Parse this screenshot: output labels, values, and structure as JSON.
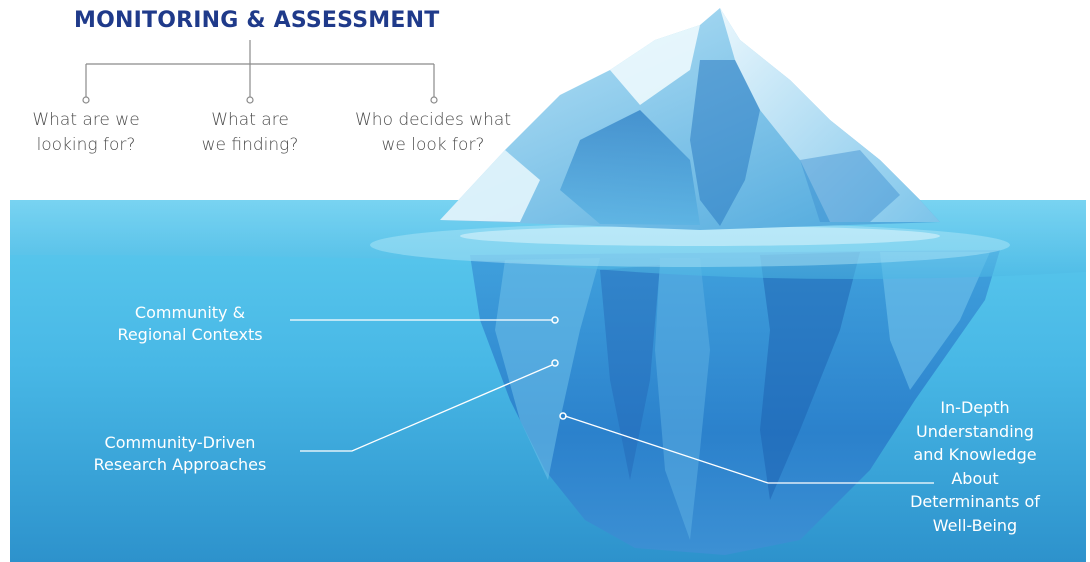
{
  "title": "MONITORING & ASSESSMENT",
  "questions": [
    "What are we\nlooking for?",
    "What are\nwe finding?",
    "Who decides what\nwe look for?"
  ],
  "labels": {
    "contexts": "Community &\nRegional Contexts",
    "approaches": "Community-Driven\nResearch Approaches",
    "understanding": "In-Depth\nUnderstanding\nand Knowledge\nAbout\nDeterminants of\nWell-Being"
  },
  "colors": {
    "title": "#1f3a8a",
    "question_text": "#4a4a4a",
    "water_top": "#4cc3e8",
    "water_bottom": "#2a8fc9",
    "ice_light": "#e8f6fc",
    "ice_dark": "#1a5fa8",
    "label_text": "#ffffff"
  }
}
